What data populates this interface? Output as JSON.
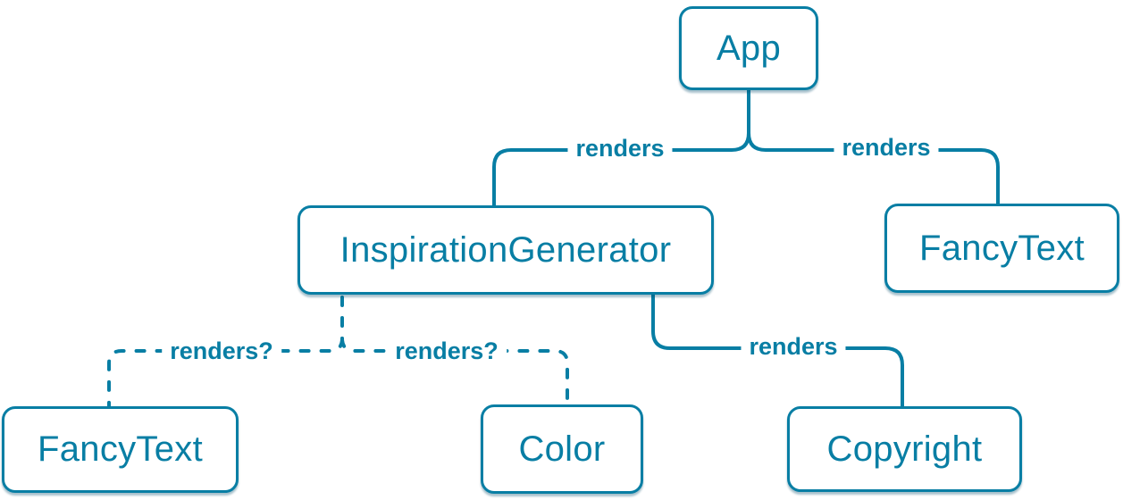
{
  "diagram": {
    "title_hint": "React component render tree",
    "colors": {
      "accent": "#087ea4",
      "node_background": "#ffffff",
      "page_background": "#ffffff",
      "shadow": "rgba(6,77,110,0.35)"
    },
    "nodes": {
      "app": {
        "label": "App"
      },
      "inspiration_generator": {
        "label": "InspirationGenerator"
      },
      "fancy_text_top": {
        "label": "FancyText"
      },
      "fancy_text_bottom": {
        "label": "FancyText"
      },
      "color": {
        "label": "Color"
      },
      "copyright": {
        "label": "Copyright"
      }
    },
    "edges": {
      "app_to_inspiration_generator": {
        "label": "renders",
        "style": "solid"
      },
      "app_to_fancy_text": {
        "label": "renders",
        "style": "solid"
      },
      "inspiration_generator_to_fancy_text": {
        "label": "renders?",
        "style": "dashed"
      },
      "inspiration_generator_to_color": {
        "label": "renders?",
        "style": "dashed"
      },
      "inspiration_generator_to_copyright": {
        "label": "renders",
        "style": "solid"
      }
    }
  }
}
